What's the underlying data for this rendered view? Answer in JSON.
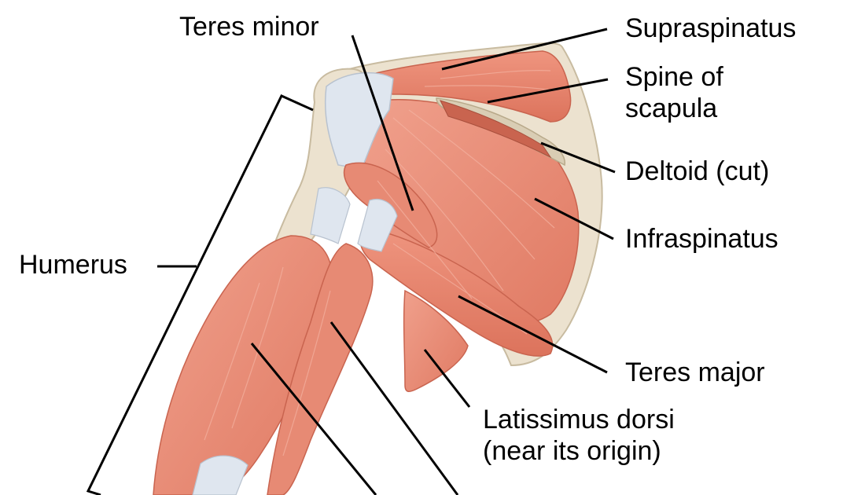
{
  "labels": {
    "teres_minor": "Teres minor",
    "supraspinatus": "Supraspinatus",
    "spine_of_scapula_line1": "Spine of",
    "spine_of_scapula_line2": "scapula",
    "deltoid": "Deltoid (cut)",
    "infraspinatus": "Infraspinatus",
    "humerus": "Humerus",
    "teres_major": "Teres major",
    "latissimus_line1": "Latissimus dorsi",
    "latissimus_line2": "(near its origin)"
  },
  "colors": {
    "muscle": "#e8826c",
    "muscle_dark": "#c9644f",
    "muscle_light": "#f4b3a2",
    "tendon": "#dfe6ef",
    "bone": "#ece2cf",
    "bone_edge": "#c8bba0",
    "leader": "#000000"
  }
}
